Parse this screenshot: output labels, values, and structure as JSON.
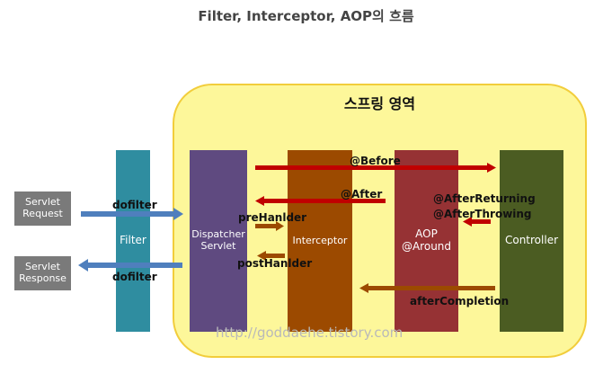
{
  "title": "Filter, Interceptor, AOP의 흐름",
  "spring_area_label": "스프링 영역",
  "components": {
    "servlet_request": [
      "Servlet",
      "Request"
    ],
    "servlet_response": [
      "Servlet",
      "Response"
    ],
    "filter": "Filter",
    "dispatcher_servlet": [
      "Dispatcher",
      "Servlet"
    ],
    "interceptor": "Interceptor",
    "aop": [
      "AOP",
      "@Around"
    ],
    "controller": "Controller"
  },
  "flow_labels": {
    "dofilter_in": "dofilter",
    "dofilter_out": "dofilter",
    "before": "@Before",
    "after": "@After",
    "pre_handler": "preHanlder",
    "post_handler": "postHanlder",
    "after_returning": "@AfterReturning",
    "after_throwing": "@AfterThrowing",
    "after_completion": "afterCompletion"
  },
  "watermark": "http://goddaehe.tistory.com",
  "colors": {
    "spring_area_fill": "#fdf79a",
    "spring_area_border": "#f2cd3b",
    "servlet_box": "#7a7a7a",
    "filter": "#2f8da0",
    "dispatcher_servlet": "#5f4a80",
    "interceptor": "#9c4a00",
    "aop": "#963234",
    "controller": "#4b5c22",
    "blue_arrow": "#4f7fbd",
    "red_arrow": "#c00000",
    "brown_arrow": "#9c4a00"
  }
}
